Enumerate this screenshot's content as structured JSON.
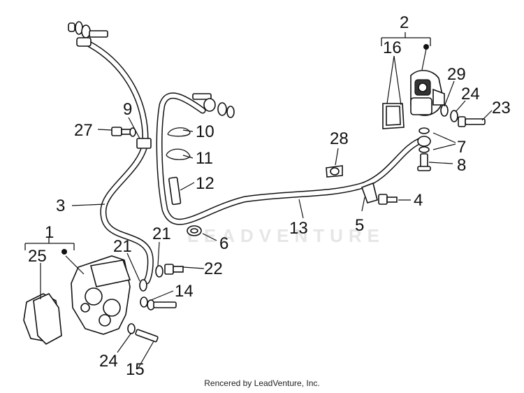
{
  "watermark": "LEADVENTURE",
  "footer": "Rencered by LeadVenture, Inc.",
  "callouts": [
    "1",
    "2",
    "3",
    "4",
    "5",
    "6",
    "7",
    "8",
    "9",
    "10",
    "11",
    "12",
    "13",
    "14",
    "15",
    "16",
    "21",
    "21",
    "22",
    "23",
    "24",
    "24",
    "25",
    "27",
    "28",
    "29"
  ]
}
